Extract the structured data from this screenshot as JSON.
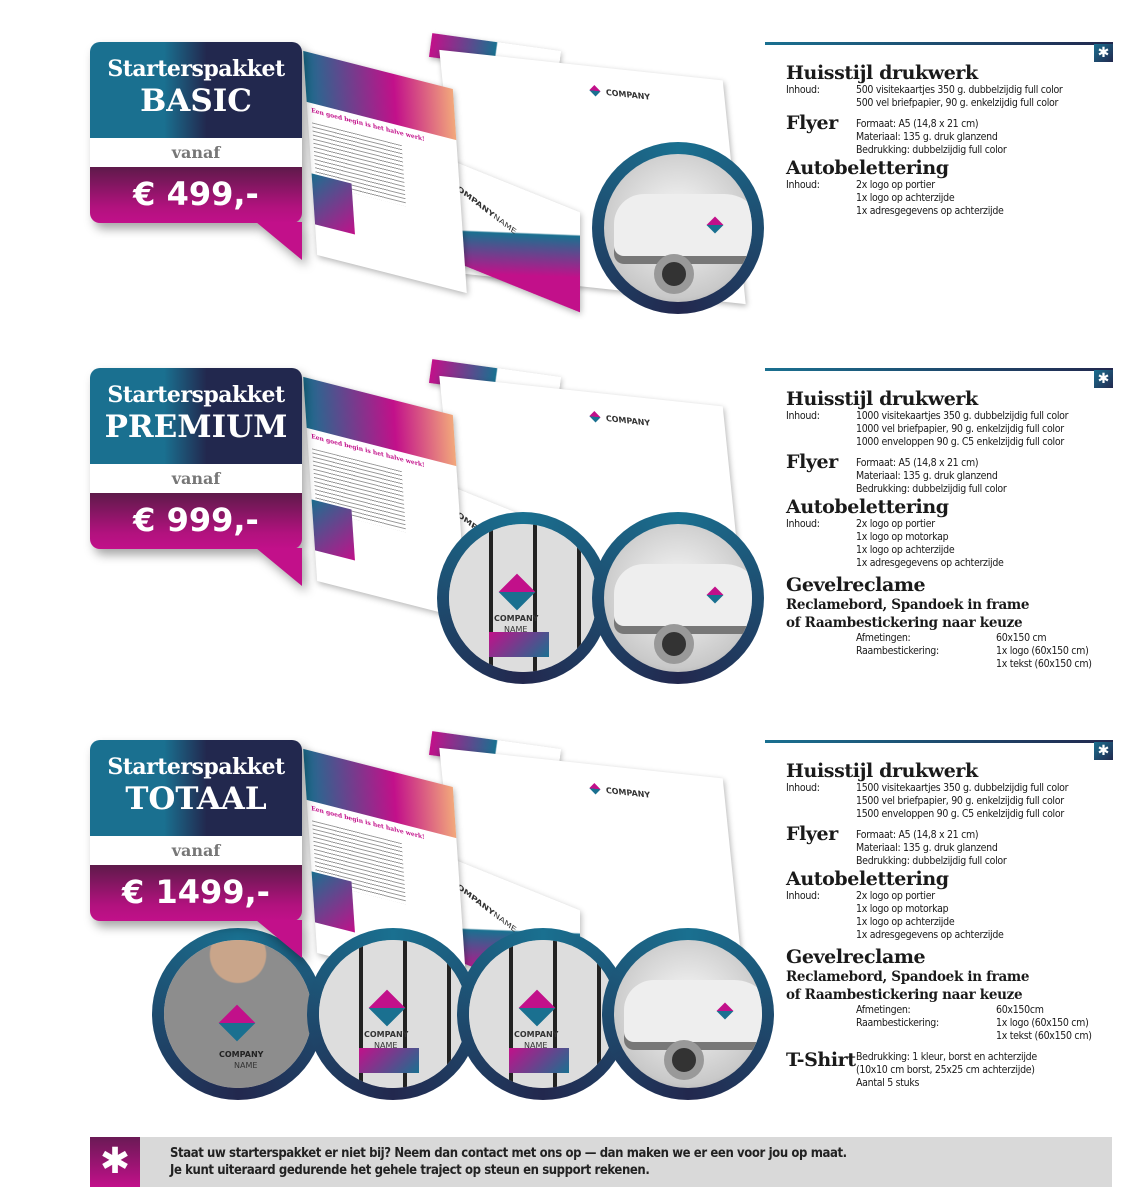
{
  "packages": [
    {
      "title": "Starterspakket",
      "name": "BASIC",
      "from": "vanaf",
      "price": "€ 499,-",
      "huisstijl": {
        "heading": "Huisstijl drukwerk",
        "label": "Inhoud:",
        "items": [
          "500 visitekaartjes 350 g. dubbelzijdig full color",
          "500 vel briefpapier, 90 g. enkelzijdig full color"
        ]
      },
      "flyer": {
        "heading": "Flyer",
        "items": [
          "Formaat: A5 (14,8 x 21 cm)",
          "Materiaal: 135 g. druk glanzend",
          "Bedrukking: dubbelzijdig full color"
        ]
      },
      "auto": {
        "heading": "Autobelettering",
        "label": "Inhoud:",
        "items": [
          "2x logo op portier",
          "1x logo op achterzijde",
          "1x adresgegevens op achterzijde"
        ]
      }
    },
    {
      "title": "Starterspakket",
      "name": "PREMIUM",
      "from": "vanaf",
      "price": "€ 999,-",
      "huisstijl": {
        "heading": "Huisstijl drukwerk",
        "label": "Inhoud:",
        "items": [
          "1000 visitekaartjes 350 g. dubbelzijdig full color",
          "1000 vel briefpapier, 90 g. enkelzijdig full color",
          "1000 enveloppen 90 g. C5 enkelzijdig full color"
        ]
      },
      "flyer": {
        "heading": "Flyer",
        "items": [
          "Formaat: A5 (14,8 x 21 cm)",
          "Materiaal: 135 g. druk glanzend",
          "Bedrukking: dubbelzijdig full color"
        ]
      },
      "auto": {
        "heading": "Autobelettering",
        "label": "Inhoud:",
        "items": [
          "2x logo op portier",
          "1x logo op motorkap",
          "1x logo op achterzijde",
          "1x adresgegevens op achterzijde"
        ]
      },
      "gevel": {
        "heading": "Gevelreclame",
        "sub1": "Reclamebord, Spandoek in frame",
        "sub2": "of Raambestickering naar keuze",
        "l1": "Afmetingen:",
        "v1": "60x150 cm",
        "l2": "Raambestickering:",
        "v2": "1x logo (60x150 cm)",
        "v3": "1x tekst (60x150 cm)"
      }
    },
    {
      "title": "Starterspakket",
      "name": "TOTAAL",
      "from": "vanaf",
      "price": "€ 1499,-",
      "huisstijl": {
        "heading": "Huisstijl drukwerk",
        "label": "Inhoud:",
        "items": [
          "1500 visitekaartjes 350 g. dubbelzijdig full color",
          "1500 vel briefpapier, 90 g. enkelzijdig full color",
          "1500 enveloppen 90 g. C5 enkelzijdig full color"
        ]
      },
      "flyer": {
        "heading": "Flyer",
        "items": [
          "Formaat: A5 (14,8 x 21 cm)",
          "Materiaal: 135 g. druk glanzend",
          "Bedrukking: dubbelzijdig full color"
        ]
      },
      "auto": {
        "heading": "Autobelettering",
        "label": "Inhoud:",
        "items": [
          "2x logo op portier",
          "1x logo op motorkap",
          "1x logo op achterzijde",
          "1x adresgegevens op achterzijde"
        ]
      },
      "gevel": {
        "heading": "Gevelreclame",
        "sub1": "Reclamebord, Spandoek in frame",
        "sub2": "of Raambestickering naar keuze",
        "l1": "Afmetingen:",
        "v1": "60x150cm",
        "l2": "Raambestickering:",
        "v2": "1x logo (60x150 cm)",
        "v3": "1x tekst (60x150 cm)"
      },
      "tshirt": {
        "heading": "T-Shirt",
        "items": [
          "Bedrukking: 1 kleur, borst en achterzijde",
          "(10x10 cm borst, 25x25 cm achterzijde)",
          "Aantal 5 stuks"
        ]
      }
    }
  ],
  "mockup": {
    "company": "COMPANY",
    "name": "NAME",
    "flyer_text": "Een goed begin is het halve werk!"
  },
  "asterisk": "✱",
  "footer": {
    "icon": "✱",
    "line1": "Staat uw starterspakket er niet bij? Neem dan contact met ons op — dan maken we er een voor jou op maat.",
    "line2": "Je kunt uiteraard gedurende het gehele traject op steun en support rekenen."
  },
  "colors": {
    "blue": "#1a7090",
    "navy": "#22284e",
    "magenta": "#c2108a"
  }
}
